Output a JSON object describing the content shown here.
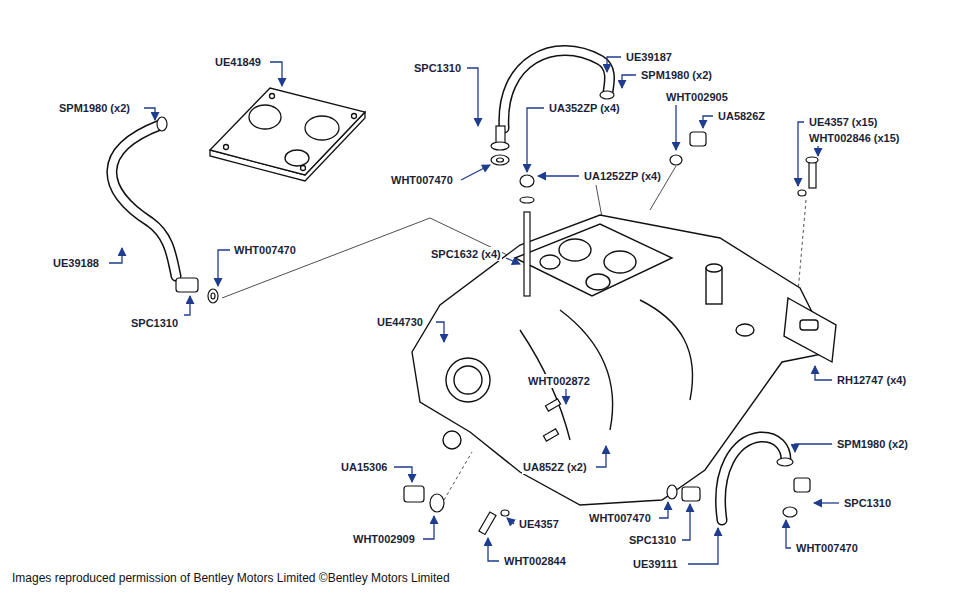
{
  "diagram": {
    "caption": "Images reproduced permission of Bentley Motors Limited ©Bentley Motors Limited",
    "labels": [
      "UE39187",
      "SPC1310",
      "UE41849",
      "SPM1980 (x2)",
      "WHT002905",
      "SPM1980 (x2)",
      "UA352ZP (x4)",
      "UA5826Z",
      "UE4357 (x15)",
      "WHT002846 (x15)",
      "WHT007470",
      "UA1252ZP (x4)",
      "WHT007470",
      "SPC1632 (x4)",
      "UE39188",
      "SPC1310",
      "UE44730",
      "RH12747 (x4)",
      "WHT002872",
      "SPM1980 (x2)",
      "UA852Z (x2)",
      "UA15306",
      "SPC1310",
      "WHT007470",
      "UE4357",
      "WHT002909",
      "SPC1310",
      "WHT007470",
      "WHT002844",
      "UE39111"
    ]
  }
}
